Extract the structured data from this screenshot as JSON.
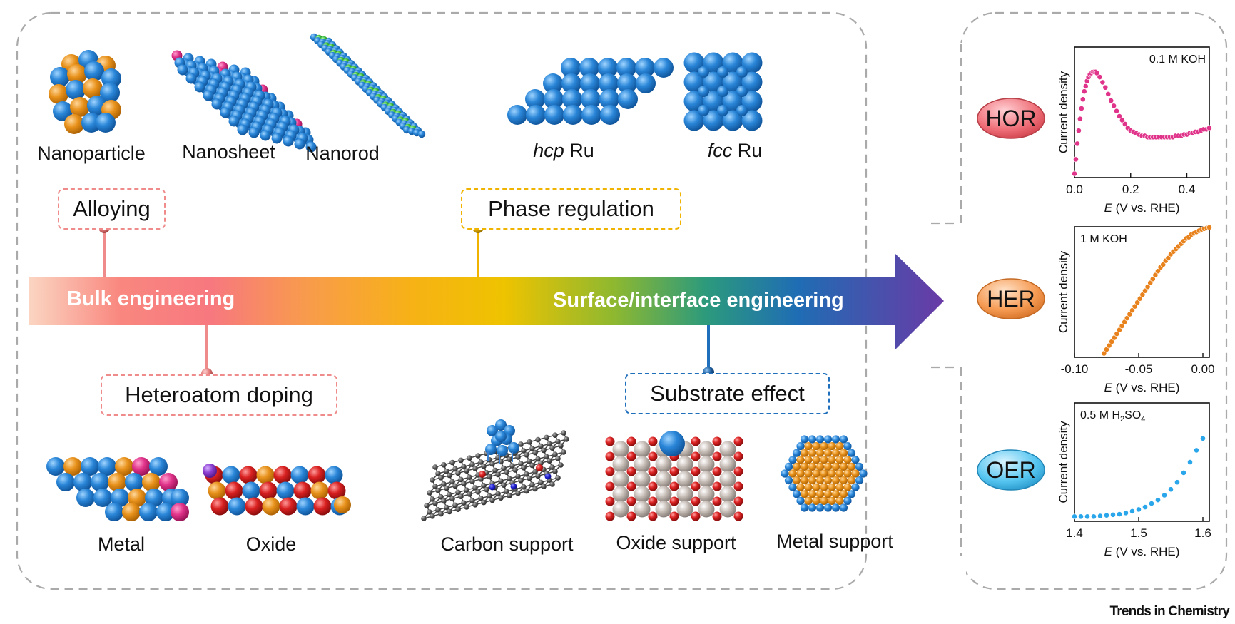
{
  "colors": {
    "ru_blue": "#2a86d8",
    "orange_atom": "#e8921c",
    "magenta_atom": "#e0338a",
    "green_atom": "#3dbb3d",
    "red_atom": "#d92020",
    "grey_atom": "#c9bfb9",
    "carbon_grey": "#555555",
    "alloy_pink": "#ef8b8b",
    "phase_gold": "#f0b400",
    "substrate_blue": "#1f6fbd",
    "hor_fill": "#ef6f78",
    "her_fill": "#f59a52",
    "oer_fill": "#56c5f0"
  },
  "structures_top": [
    {
      "name": "Nanoparticle",
      "icon": "nanoparticle-icon"
    },
    {
      "name": "Nanosheet",
      "icon": "nanosheet-icon"
    },
    {
      "name": "Nanorod",
      "icon": "nanorod-icon"
    },
    {
      "name_italic": "hcp",
      "name_rest": " Ru",
      "icon": "hcp-ru-icon"
    },
    {
      "name_italic": "fcc",
      "name_rest": " Ru",
      "icon": "fcc-ru-icon"
    }
  ],
  "strategies": {
    "alloying": "Alloying",
    "phase_regulation": "Phase regulation",
    "heteroatom_doping": "Heteroatom doping",
    "substrate_effect": "Substrate effect"
  },
  "arrow": {
    "left_label": "Bulk engineering",
    "right_label": "Surface/interface engineering"
  },
  "structures_bottom": [
    {
      "name": "Metal",
      "icon": "doped-metal-icon"
    },
    {
      "name": "Oxide",
      "icon": "doped-oxide-icon"
    },
    {
      "name": "Carbon support",
      "icon": "carbon-support-icon"
    },
    {
      "name": "Oxide support",
      "icon": "oxide-support-icon"
    },
    {
      "name": "Metal support",
      "icon": "metal-support-icon"
    }
  ],
  "reactions": [
    "HOR",
    "HER",
    "OER"
  ],
  "chart_data": [
    {
      "type": "scatter",
      "title": "HOR",
      "annotation": "0.1 M KOH",
      "xlabel_italic": "E",
      "xlabel_rest": " (V vs. RHE)",
      "ylabel": "Current density",
      "xlim": [
        0,
        0.48
      ],
      "ylim": [
        0,
        1
      ],
      "xticks": [
        "0.0",
        "0.2",
        "0.4"
      ],
      "xtick_values": [
        0.0,
        0.2,
        0.4
      ],
      "x": [
        0.0,
        0.005,
        0.01,
        0.015,
        0.02,
        0.025,
        0.03,
        0.035,
        0.04,
        0.045,
        0.05,
        0.055,
        0.06,
        0.065,
        0.07,
        0.075,
        0.08,
        0.09,
        0.1,
        0.11,
        0.12,
        0.13,
        0.14,
        0.15,
        0.16,
        0.17,
        0.18,
        0.19,
        0.2,
        0.21,
        0.22,
        0.23,
        0.24,
        0.25,
        0.26,
        0.27,
        0.28,
        0.29,
        0.3,
        0.31,
        0.32,
        0.33,
        0.34,
        0.35,
        0.36,
        0.37,
        0.38,
        0.39,
        0.4,
        0.41,
        0.42,
        0.43,
        0.44,
        0.45,
        0.46,
        0.47,
        0.48
      ],
      "y": [
        0.03,
        0.14,
        0.26,
        0.36,
        0.45,
        0.53,
        0.6,
        0.66,
        0.7,
        0.74,
        0.77,
        0.79,
        0.8,
        0.81,
        0.81,
        0.81,
        0.8,
        0.77,
        0.73,
        0.69,
        0.64,
        0.59,
        0.55,
        0.51,
        0.47,
        0.44,
        0.41,
        0.38,
        0.36,
        0.35,
        0.34,
        0.33,
        0.32,
        0.32,
        0.31,
        0.31,
        0.31,
        0.31,
        0.31,
        0.31,
        0.31,
        0.31,
        0.31,
        0.31,
        0.32,
        0.32,
        0.32,
        0.33,
        0.33,
        0.34,
        0.34,
        0.35,
        0.35,
        0.36,
        0.37,
        0.37,
        0.38
      ],
      "color": "#e0338a"
    },
    {
      "type": "scatter",
      "title": "HER",
      "annotation": "1 M KOH",
      "xlabel_italic": "E",
      "xlabel_rest": " (V vs. RHE)",
      "ylabel": "Current density",
      "xlim": [
        -0.1,
        0.005
      ],
      "ylim": [
        0,
        1
      ],
      "xticks": [
        "-0.10",
        "-0.05",
        "0.00"
      ],
      "xtick_values": [
        -0.1,
        -0.05,
        0.0
      ],
      "x": [
        -0.077,
        -0.075,
        -0.073,
        -0.071,
        -0.069,
        -0.067,
        -0.065,
        -0.063,
        -0.061,
        -0.059,
        -0.057,
        -0.055,
        -0.053,
        -0.051,
        -0.049,
        -0.047,
        -0.045,
        -0.043,
        -0.041,
        -0.039,
        -0.037,
        -0.035,
        -0.033,
        -0.031,
        -0.029,
        -0.027,
        -0.025,
        -0.023,
        -0.021,
        -0.019,
        -0.017,
        -0.015,
        -0.013,
        -0.011,
        -0.009,
        -0.007,
        -0.005,
        -0.003,
        -0.001,
        0.001,
        0.003,
        0.005
      ],
      "y": [
        0.03,
        0.06,
        0.09,
        0.12,
        0.15,
        0.18,
        0.21,
        0.24,
        0.27,
        0.3,
        0.33,
        0.36,
        0.39,
        0.42,
        0.45,
        0.48,
        0.51,
        0.54,
        0.57,
        0.6,
        0.63,
        0.66,
        0.69,
        0.71,
        0.74,
        0.76,
        0.79,
        0.81,
        0.83,
        0.85,
        0.87,
        0.89,
        0.91,
        0.92,
        0.94,
        0.95,
        0.96,
        0.97,
        0.98,
        0.985,
        0.99,
        0.995
      ],
      "color": "#e8821c"
    },
    {
      "type": "scatter",
      "title": "OER",
      "annotation_prefix": "0.5 M H",
      "annotation_sub1": "2",
      "annotation_mid": "SO",
      "annotation_sub2": "4",
      "xlabel_italic": "E",
      "xlabel_rest": " (V vs. RHE)",
      "ylabel": "Current density",
      "xlim": [
        1.4,
        1.61
      ],
      "ylim": [
        0,
        1
      ],
      "xticks": [
        "1.4",
        "1.5",
        "1.6"
      ],
      "xtick_values": [
        1.4,
        1.5,
        1.6
      ],
      "x": [
        1.4,
        1.41,
        1.42,
        1.43,
        1.44,
        1.45,
        1.46,
        1.47,
        1.48,
        1.49,
        1.5,
        1.51,
        1.52,
        1.53,
        1.54,
        1.55,
        1.56,
        1.57,
        1.58,
        1.59,
        1.6
      ],
      "y": [
        0.04,
        0.04,
        0.04,
        0.04,
        0.045,
        0.05,
        0.055,
        0.06,
        0.07,
        0.085,
        0.1,
        0.12,
        0.15,
        0.18,
        0.22,
        0.27,
        0.33,
        0.41,
        0.5,
        0.6,
        0.7
      ],
      "color": "#2aa6ea"
    }
  ],
  "footer": "Trends in Chemistry"
}
